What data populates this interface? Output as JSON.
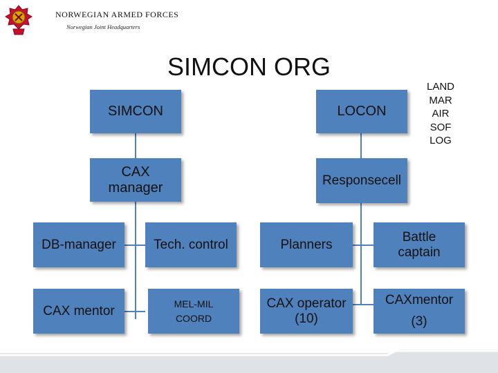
{
  "header": {
    "org": "NORWEGIAN ARMED FORCES",
    "sub": "Norwegian Joint Headquarters"
  },
  "title": "SIMCON ORG",
  "nodes": {
    "simcon": "SIMCON",
    "locon": "LOCON",
    "cax_manager": "CAX manager",
    "responsecell": "Responsecell",
    "db_manager": "DB-manager",
    "tech_control": "Tech. control",
    "planners": "Planners",
    "battle_captain": "Battle captain",
    "cax_mentor": "CAX mentor",
    "mel_mil": "MEL-MIL COORD",
    "cax_operator": "CAX operator (10)",
    "caxmentor_3": "CAXmentor (3)"
  },
  "legend": [
    "LAND",
    "MAR",
    "AIR",
    "SOF",
    "LOG"
  ],
  "colors": {
    "box": "#4f81bd",
    "text": "#111111"
  }
}
